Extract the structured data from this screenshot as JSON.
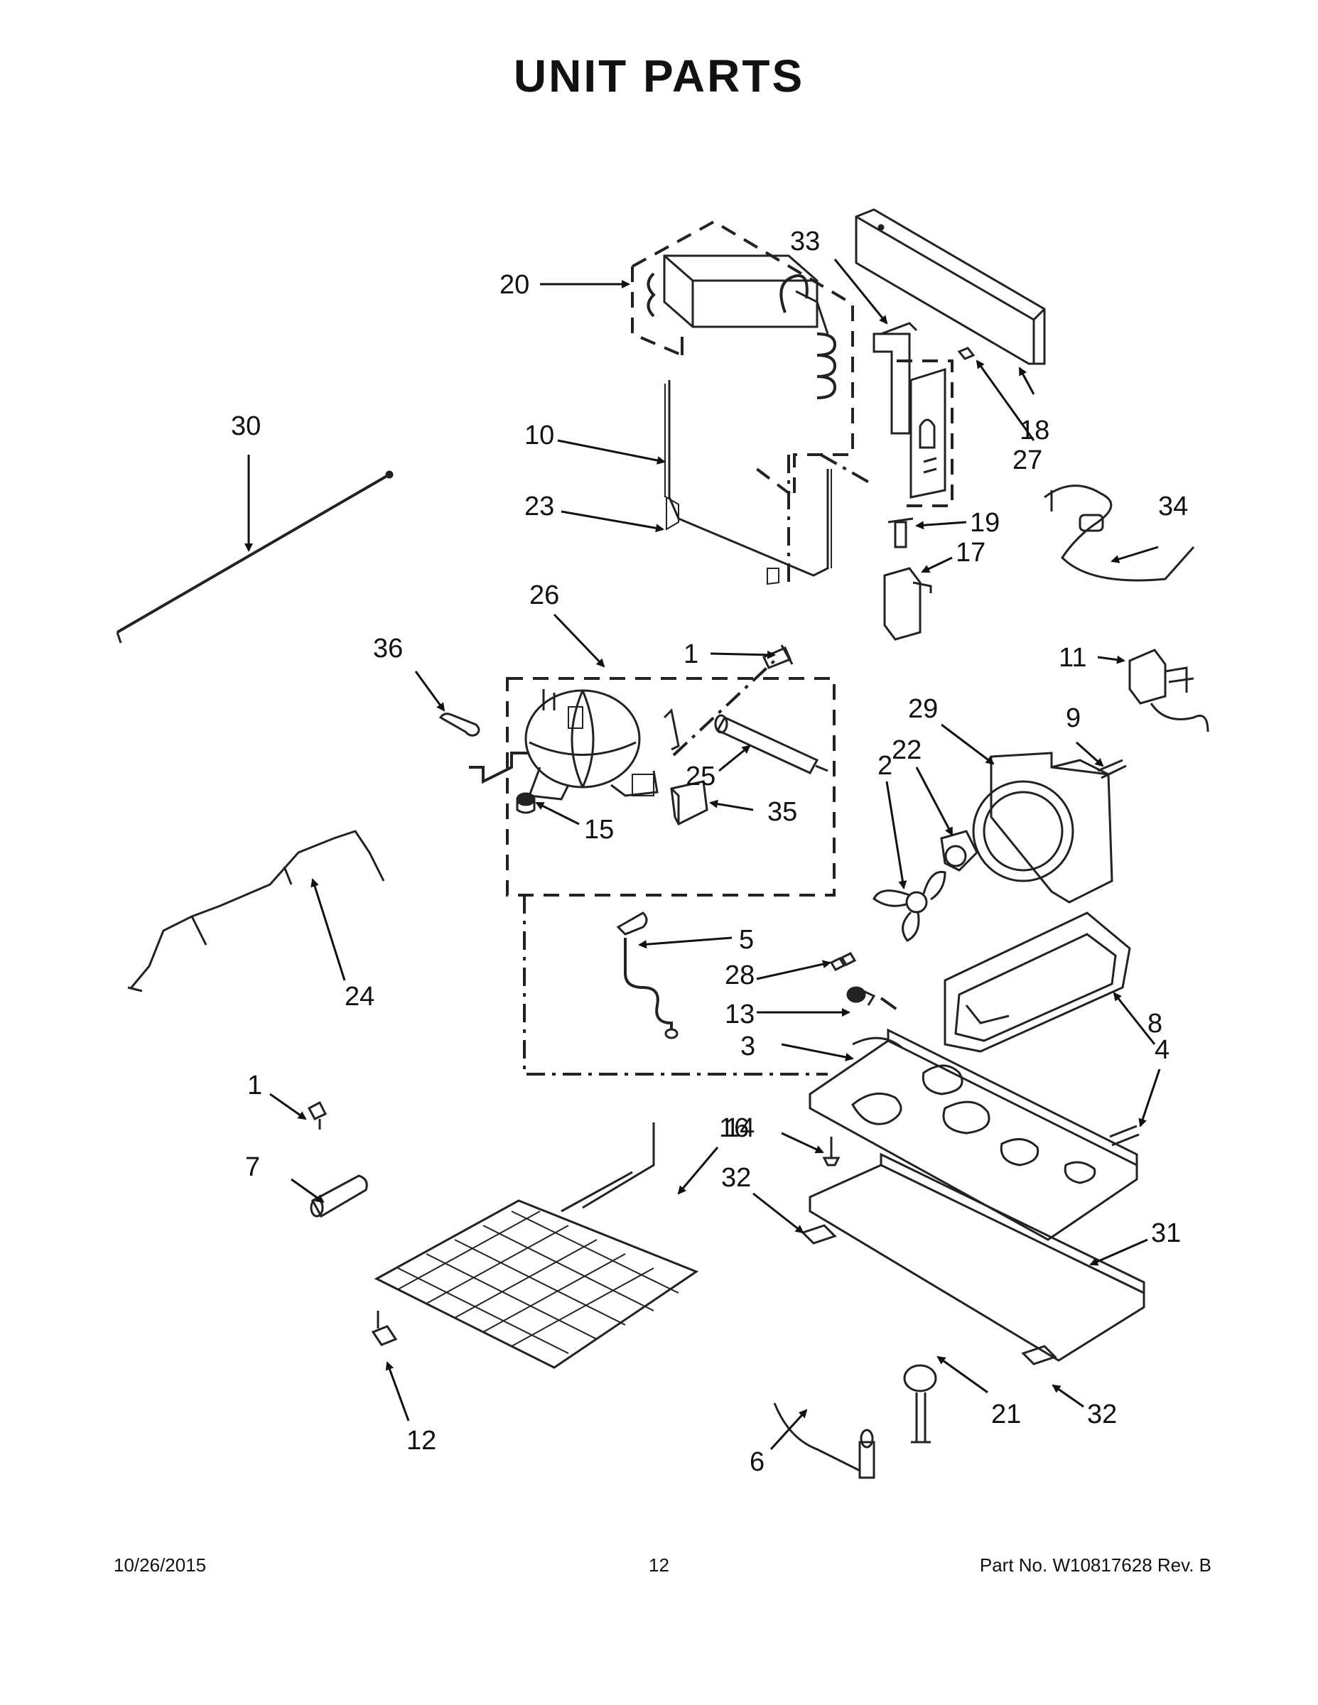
{
  "title": "UNIT PARTS",
  "footer": {
    "date": "10/26/2015",
    "page": "12",
    "part_number": "Part No.  W10817628  Rev.  B"
  },
  "callouts": {
    "c1a": "1",
    "c1b": "1",
    "c2": "2",
    "c3": "3",
    "c4": "4",
    "c5": "5",
    "c6": "6",
    "c7": "7",
    "c8": "8",
    "c9": "9",
    "c10": "10",
    "c11": "11",
    "c12": "12",
    "c13": "13",
    "c14": "14",
    "c15": "15",
    "c16": "16",
    "c17": "17",
    "c18": "18",
    "c19": "19",
    "c20": "20",
    "c21": "21",
    "c22": "22",
    "c23": "23",
    "c24": "24",
    "c25": "25",
    "c26": "26",
    "c27": "27",
    "c28": "28",
    "c29": "29",
    "c30": "30",
    "c31": "31",
    "c32a": "32",
    "c32b": "32",
    "c33": "33",
    "c34": "34",
    "c35": "35",
    "c36": "36"
  },
  "icons": [
    "compressor-icon",
    "condenser-coil-icon",
    "evaporator-icon",
    "fan-blade-icon",
    "fan-motor-icon",
    "drier-icon",
    "wire-harness-icon",
    "screw-icon",
    "bracket-icon",
    "base-plate-icon",
    "drain-pan-icon",
    "grommet-icon",
    "relay-icon"
  ]
}
